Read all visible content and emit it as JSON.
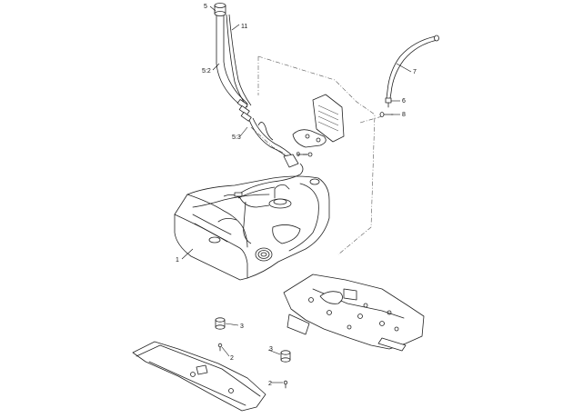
{
  "callouts": [
    {
      "id": "5",
      "text": "5"
    },
    {
      "id": "11",
      "text": "11"
    },
    {
      "id": "5-2",
      "text": "5:2"
    },
    {
      "id": "5-3",
      "text": "5:3"
    },
    {
      "id": "7",
      "text": "7"
    },
    {
      "id": "6",
      "text": "6"
    },
    {
      "id": "8",
      "text": "8"
    },
    {
      "id": "9",
      "text": "9"
    },
    {
      "id": "1",
      "text": "1"
    },
    {
      "id": "3a",
      "text": "3"
    },
    {
      "id": "2a",
      "text": "2"
    },
    {
      "id": "3b",
      "text": "3"
    },
    {
      "id": "2b",
      "text": "2"
    }
  ]
}
